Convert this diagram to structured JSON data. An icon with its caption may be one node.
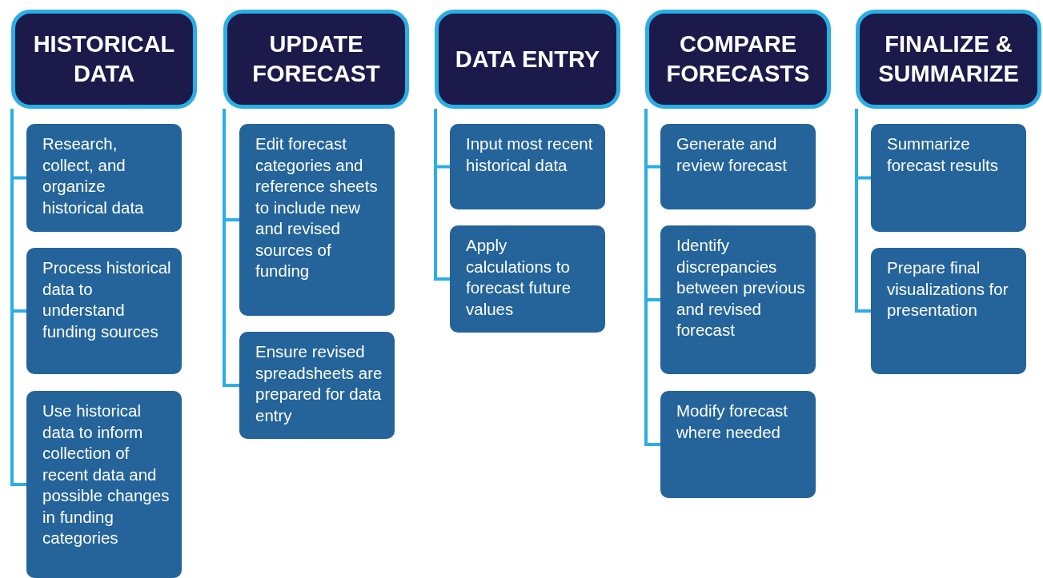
{
  "diagram": {
    "nodes": [
      {
        "text": [
          "HISTORICAL DATA"
        ]
      },
      {
        "text": [
          "Research, collect, and organize historical data"
        ]
      },
      {
        "text": [
          "Process historical data to understand funding sources"
        ]
      },
      {
        "text": [
          "Use historical data to inform collection of recent data and possible changes in funding categories"
        ]
      },
      {
        "text": [
          "UPDATE FORECAST"
        ]
      },
      {
        "text": [
          "Edit forecast categories and reference sheets to include new and revised sources of funding"
        ]
      },
      {
        "text": [
          "Ensure revised spreadsheets are prepared for data entry"
        ]
      },
      {
        "text": [
          "DATA ENTRY"
        ]
      },
      {
        "text": [
          "Input most recent historical data"
        ]
      },
      {
        "text": [
          "Apply calculations to forecast future values"
        ]
      },
      {
        "text": [
          "COMPARE FORECASTS"
        ]
      },
      {
        "text": [
          "Generate and review forecast"
        ]
      },
      {
        "text": [
          "Identify discrepancies between previous and revised forecast"
        ]
      },
      {
        "text": [
          "Modify forecast where needed"
        ]
      },
      {
        "text": [
          "FINALIZE & SUMMARIZE"
        ]
      },
      {
        "text": [
          "Summarize forecast results"
        ]
      },
      {
        "text": [
          "Prepare final visualizations for presentation"
        ]
      }
    ],
    "edges": [
      {
        "from": 0,
        "to": 1,
        "arrow": "none"
      },
      {
        "from": 0,
        "to": 2,
        "arrow": "none"
      },
      {
        "from": 0,
        "to": 3,
        "arrow": "none"
      },
      {
        "from": 4,
        "to": 5,
        "arrow": "none"
      },
      {
        "from": 4,
        "to": 6,
        "arrow": "none"
      },
      {
        "from": 7,
        "to": 8,
        "arrow": "none"
      },
      {
        "from": 7,
        "to": 9,
        "arrow": "none"
      },
      {
        "from": 10,
        "to": 11,
        "arrow": "none"
      },
      {
        "from": 10,
        "to": 12,
        "arrow": "none"
      },
      {
        "from": 10,
        "to": 13,
        "arrow": "none"
      },
      {
        "from": 14,
        "to": 15,
        "arrow": "none"
      },
      {
        "from": 14,
        "to": 16,
        "arrow": "none"
      }
    ]
  }
}
